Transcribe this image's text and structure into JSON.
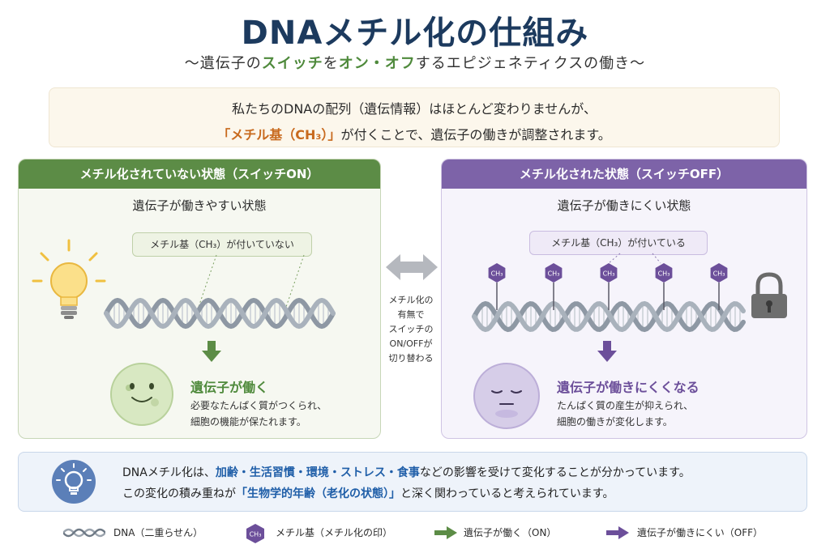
{
  "title": "DNAメチル化の仕組み",
  "subtitle": {
    "pre": "〜遺伝子の",
    "switch": "スイッチ",
    "mid": "を",
    "onoff": "オン・オフ",
    "post": "するエピジェネティクスの働き〜"
  },
  "intro": {
    "line1": "私たちのDNAの配列（遺伝情報）はほとんど変わりませんが、",
    "line2_accent": "「メチル基（CH₃）」",
    "line2_rest": "が付くことで、遺伝子の働きが調整されます。"
  },
  "panel_on": {
    "header": "メチル化されていない状態（スイッチON）",
    "subtitle": "遺伝子が働きやすい状態",
    "tag": "メチル基（CH₃）が付いていない",
    "result_title": "遺伝子が働く",
    "result_desc_1": "必要なたんぱく質がつくられ、",
    "result_desc_2": "細胞の機能が保たれます。"
  },
  "panel_off": {
    "header": "メチル化された状態（スイッチOFF）",
    "subtitle": "遺伝子が働きにくい状態",
    "tag": "メチル基（CH₃）が付いている",
    "methyl_label": "CH₃",
    "result_title": "遺伝子が働きにくくなる",
    "result_desc_1": "たんぱく質の産生が抑えられ、",
    "result_desc_2": "細胞の働きが変化します。"
  },
  "middle": {
    "l1": "メチル化の",
    "l2": "有無で",
    "l3": "スイッチの",
    "l4": "ON/OFFが",
    "l5": "切り替わる"
  },
  "bottom": {
    "l1_pre": "DNAメチル化は、",
    "l1_bold": "加齢・生活習慣・環境・ストレス・食事",
    "l1_post": "などの影響を受けて変化することが分かっています。",
    "l2_pre": "この変化の積み重ねが",
    "l2_bold": "「生物学的年齢（老化の状態）」",
    "l2_post": "と深く関わっていると考えられています。"
  },
  "legend": {
    "dna": "DNA（二重らせん）",
    "methyl_icon_label": "CH₃",
    "methyl": "メチル基（メチル化の印）",
    "on": "遺伝子が働く（ON）",
    "off": "遺伝子が働きにくい（OFF）"
  },
  "colors": {
    "title": "#1c3a5e",
    "green": "#5c8c46",
    "purple": "#7d63a8",
    "accent_orange": "#c86a1e",
    "accent_blue": "#1f5ea8"
  },
  "icons": {
    "on_panel": "lightbulb-icon",
    "off_panel": "lock-icon",
    "bottom": "idea-bulb-icon",
    "middle": "double-arrow-icon"
  }
}
